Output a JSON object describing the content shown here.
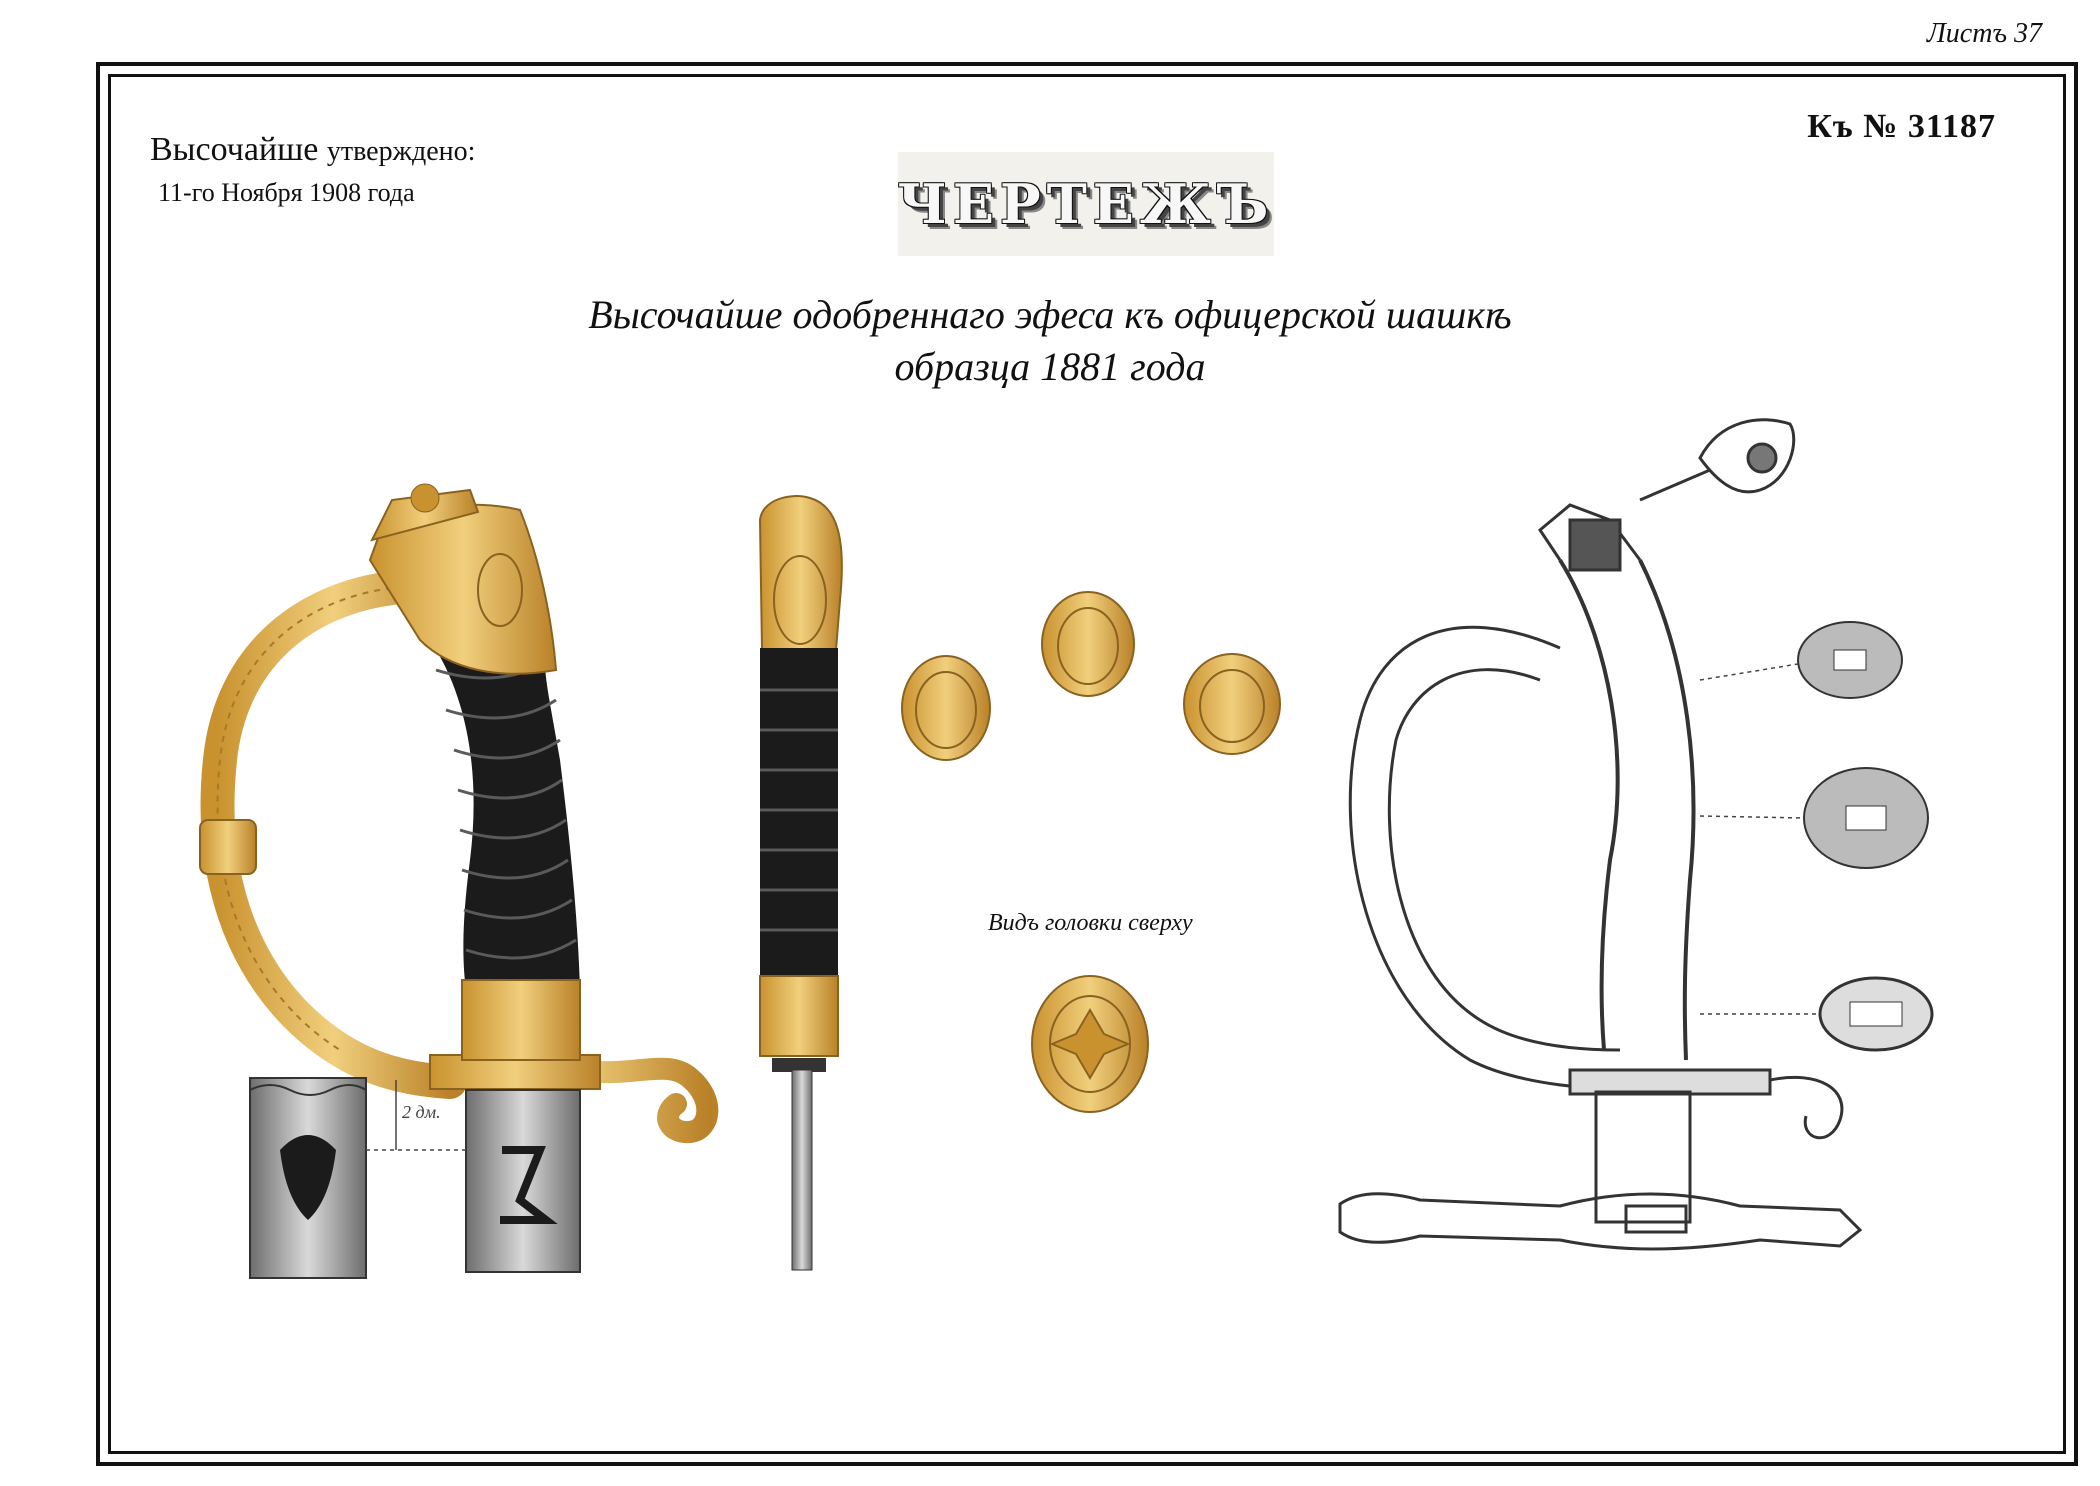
{
  "sheet": {
    "number": "Листъ 37"
  },
  "approval": {
    "word1": "Высочайше",
    "word2": "утверждено:",
    "date": "11-го Ноября 1908 года"
  },
  "reference": "Къ № 31187",
  "header": {
    "drawing_word": "ЧЕРТЕЖЪ"
  },
  "title": {
    "line1": "Высочайше одобреннаго эфеса къ офицерской шашкѣ",
    "line2": "образца 1881 года"
  },
  "caption": "Видъ головки сверху",
  "dimension_label": "2 дм.",
  "colors": {
    "brass": "#d8a94a",
    "brass_dark": "#a9782a",
    "grip": "#1b1b1b",
    "line": "#444444",
    "steel": "#8d8d8d"
  },
  "icons": [
    "saber-hilt-side-view",
    "saber-hilt-front-view",
    "monogram-cartouche",
    "pommel-top-view",
    "hilt-section-drawing",
    "washer"
  ]
}
